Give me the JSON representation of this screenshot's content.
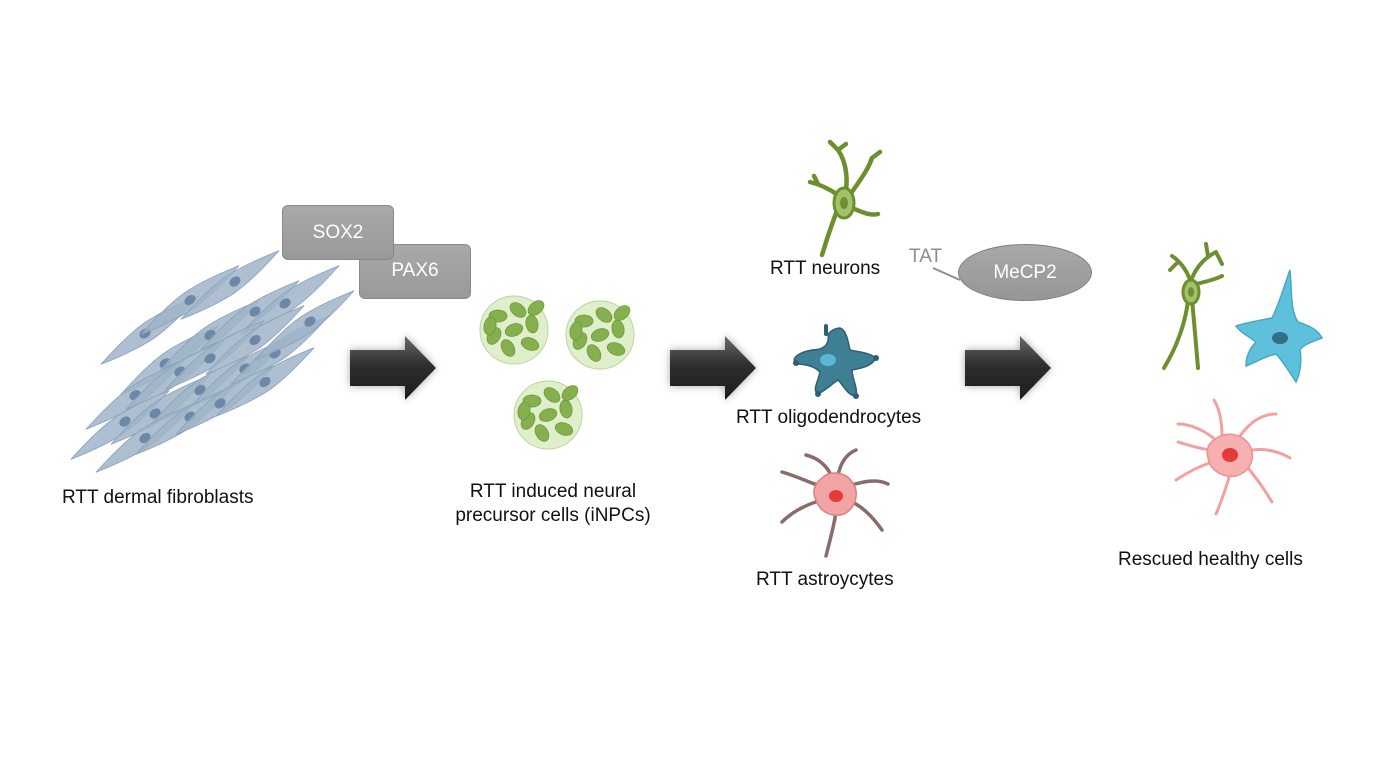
{
  "labels": {
    "fibroblasts": "RTT dermal fibroblasts",
    "inpcs_line1": "RTT induced neural",
    "inpcs_line2": "precursor cells (iNPCs)",
    "neurons": "RTT neurons",
    "oligodendrocytes": "RTT oligodendrocytes",
    "astrocytes": "RTT astroycytes",
    "rescued": "Rescued healthy cells"
  },
  "factors": {
    "sox2": "SOX2",
    "pax6": "PAX6"
  },
  "protein": {
    "tag": "TAT",
    "name": "MeCP2"
  },
  "colors": {
    "fibroblast": "#9fb4c8",
    "fibroblast_nucleus": "#6d88a6",
    "inpc": "#a8cc7c",
    "inpc_nucleus": "#86b04f",
    "neuron": "#6e8f2f",
    "oligodendrocyte": "#3f7f94",
    "astrocyte": "#ee9a9a",
    "astrocyte_nucleus": "#e23b3b",
    "rescued_oligo": "#5fc0dc",
    "arrow": "#3a3a3a"
  }
}
